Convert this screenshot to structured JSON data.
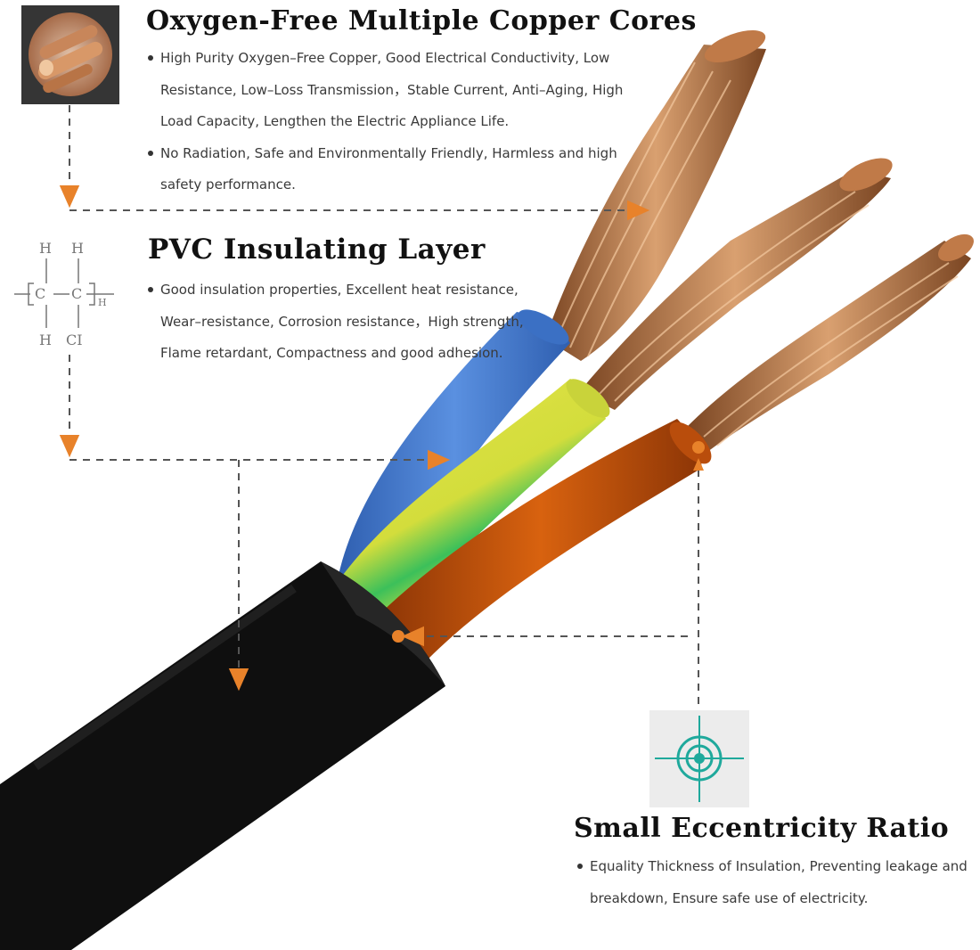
{
  "copper": {
    "title": "Oxygen-Free Multiple Copper Cores",
    "bullets": [
      "High Purity Oxygen–Free Copper, Good Electrical Conductivity, Low Resistance, Low–Loss Transmission，Stable Current, Anti–Aging, High Load Capacity, Lengthen the Electric Appliance Life.",
      "No Radiation, Safe and Environmentally Friendly, Harmless and high safety performance."
    ]
  },
  "pvc": {
    "title": "PVC Insulating Layer",
    "bullets": [
      "Good insulation properties, Excellent heat resistance, Wear–resistance, Corrosion resistance，High strength, Flame retardant, Compactness and good adhesion."
    ],
    "formula": {
      "top_left": "H",
      "top_right": "H",
      "carbon_left": "C",
      "carbon_right": "C",
      "bottom_left": "H",
      "bottom_right": "CI",
      "subscript": "H"
    }
  },
  "eccentricity": {
    "title": "Small Eccentricity Ratio",
    "bullets": [
      "Equality Thickness of Insulation, Preventing leakage and breakdown, Ensure safe use of electricity."
    ]
  },
  "colors": {
    "accent_arrow": "#e8822a",
    "dashed_line": "#555555",
    "cable_jacket": "#0f0f0f",
    "wire_blue": "#4a7fd0",
    "wire_yellow_green": "#d6dc3a",
    "wire_brown": "#c8550c",
    "copper": "#b87440",
    "target_teal": "#1fa99c",
    "target_panel": "#ececec"
  },
  "icons": {
    "copper_thumbnail": "copper-rods-icon",
    "molecule": "pvc-molecule-icon",
    "target": "crosshair-target-icon"
  }
}
